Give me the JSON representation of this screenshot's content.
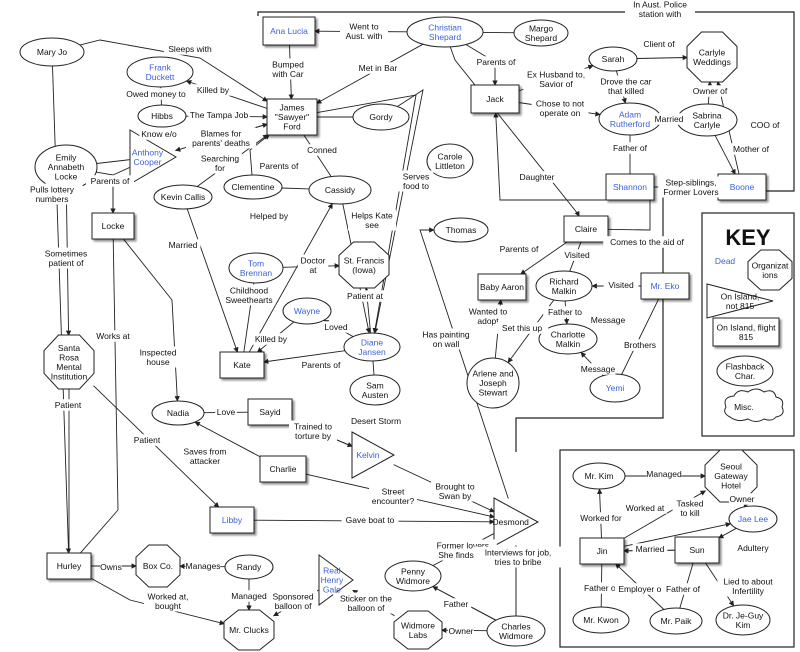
{
  "colors": {
    "dead": "#3a5fd8",
    "line": "#222222",
    "text": "#111111"
  },
  "nodes": {
    "mary_jo": "Mary Jo",
    "frank": [
      "Frank",
      "Duckett"
    ],
    "hibbs": "Hibbs",
    "sawyer": [
      "James",
      "\"Sawyer\"",
      "Ford"
    ],
    "ana": "Ana Lucia",
    "christian": [
      "Christian",
      "Shepard"
    ],
    "margo": [
      "Margo",
      "Shepard"
    ],
    "gordy": "Gordy",
    "emily": [
      "Emily",
      "Annabeth",
      "Locke"
    ],
    "anthony": [
      "Anthony",
      "Cooper"
    ],
    "clementine": "Clementine",
    "cassidy": "Cassidy",
    "kevin": "Kevin Callis",
    "locke": "Locke",
    "carole": [
      "Carole",
      "Littleton"
    ],
    "jack": "Jack",
    "sarah": "Sarah",
    "carlyle": [
      "Carlyle",
      "Weddings"
    ],
    "adam": [
      "Adam",
      "Rutherford"
    ],
    "sabrina": [
      "Sabrina",
      "Carlyle"
    ],
    "shannon": "Shannon",
    "boone": "Boone",
    "thomas": "Thomas",
    "claire": "Claire",
    "tom": [
      "Tom",
      "Brennan"
    ],
    "sf": [
      "St. Francis",
      "(Iowa)"
    ],
    "baby": "Baby Aaron",
    "richard": [
      "Richard",
      "Malkin"
    ],
    "eko": "Mr. Eko",
    "wayne": "Wayne",
    "diane": [
      "Diane",
      "Jansen"
    ],
    "santa_rosa": [
      "Santa",
      "Rosa",
      "Mental",
      "Institution"
    ],
    "kate": "Kate",
    "charlotte": [
      "Charlotte",
      "Malkin"
    ],
    "sam": [
      "Sam",
      "Austen"
    ],
    "arlene": [
      "Arlene and",
      "Joseph",
      "Stewart"
    ],
    "yemi": "Yemi",
    "nadia": "Nadia",
    "sayid": "Sayid",
    "kelvin": "Kelvin",
    "charlie": "Charlie",
    "libby": "Libby",
    "desmond": "Desmond",
    "hurley": "Hurley",
    "boxco": "Box Co.",
    "randy": "Randy",
    "henry": [
      "Real",
      "Henry",
      "Gale"
    ],
    "penny": [
      "Penny",
      "Widmore"
    ],
    "clucks": "Mr. Clucks",
    "widmore_labs": [
      "Widmore",
      "Labs"
    ],
    "charles": [
      "Charles",
      "Widmore"
    ],
    "mrkim": "Mr. Kim",
    "seoul": [
      "Seoul",
      "Gateway",
      "Hotel"
    ],
    "jaelee": "Jae Lee",
    "jin": "Jin",
    "sun": "Sun",
    "kwon": "Mr. Kwon",
    "paik": "Mr. Paik",
    "drkim": [
      "Dr. Je-Guy",
      "Kim"
    ]
  },
  "edge_labels": {
    "sleeps_with": "Sleeps with",
    "went_aust": [
      "Went to",
      "Aust. with"
    ],
    "in_aust_police": [
      "In Aust. Police",
      "station with"
    ],
    "bumped": [
      "Bumped",
      "with Car"
    ],
    "met_bar": "Met in Bar",
    "parents_of_jack": "Parents of",
    "killed_by_frank": "Killed by",
    "owed_money": "Owed money to",
    "tampa": "The Tampa Job",
    "know_eo": "Know e/o",
    "blames": [
      "Blames for",
      "parents' deaths"
    ],
    "conned": "Conned",
    "searching": [
      "Searching",
      "for"
    ],
    "parents_of_clem": "Parents of",
    "parents_of_locke": "Parents of",
    "pulls_lottery": [
      "Pulls lottery",
      "numbers"
    ],
    "ex_husband": [
      "Ex Husband to,",
      "Savior of"
    ],
    "client_of": "Client of",
    "drove_car": [
      "Drove the car",
      "that killed"
    ],
    "chose_not": [
      "Chose to not",
      "operate on"
    ],
    "married_adam": "Married",
    "owner_of": "Owner of",
    "coo_of": "COO of",
    "father_of_shannon": "Father of",
    "mother_of_boone": "Mother of",
    "step_siblings": [
      "Step-siblings,",
      "Former Lovers"
    ],
    "serves_food": [
      "Serves",
      "food to"
    ],
    "daughter": "Daughter",
    "helped_by": "Helped by",
    "helps_kate": [
      "Helps Kate",
      "see"
    ],
    "married_kevin": "Married",
    "sometimes_patient": [
      "Sometimes",
      "patient of"
    ],
    "doctor_at": [
      "Doctor",
      "at"
    ],
    "comes_aid": "Comes to the aid of",
    "parents_of_baby": "Parents of",
    "visited_claire": "Visited",
    "visited_eko": "Visited",
    "childhood": [
      "Childhood",
      "Sweethearts"
    ],
    "patient_at": "Patient at",
    "killed_by_wayne": "Killed by",
    "loved": "Loved",
    "wanted_adopt": [
      "Wanted to",
      "adopt"
    ],
    "set_up": "Set this up",
    "father_to": "Father to",
    "message1": "Message",
    "message2": "Message",
    "brothers": "Brothers",
    "works_at": "Works at",
    "inspected": [
      "Inspected",
      "house"
    ],
    "parents_of_kate": "Parents of",
    "has_painting": [
      "Has painting",
      "on wall"
    ],
    "patient_hurley": "Patient",
    "patient_sr": "Patient",
    "love": "Love",
    "desert_storm": "Desert Storm",
    "trained": [
      "Trained to",
      "torture by"
    ],
    "saves": [
      "Saves from",
      "attacker"
    ],
    "brought_swan": [
      "Brought to",
      "Swan by"
    ],
    "street": [
      "Street",
      "encounter?"
    ],
    "gave_boat": "Gave boat to",
    "former_lovers": [
      "Former lovers,",
      "She finds him"
    ],
    "interviews": [
      "Interviews for job,",
      "tries to bribe"
    ],
    "owns": "Owns",
    "manages_box": "Manages",
    "managed": "Managed",
    "worked_bought": [
      "Worked at,",
      "bought"
    ],
    "sponsored": [
      "Sponsored",
      "balloon of"
    ],
    "sticker": [
      "Sticker on the",
      "balloon of"
    ],
    "father_penny": "Father",
    "owner_labs": "Owner",
    "managed_seoul": "Managed",
    "owner_seoul": "Owner",
    "worked_at_seoul": "Worked at",
    "tasked": [
      "Tasked",
      "to kill"
    ],
    "worked_for": "Worked for",
    "married_sun": "Married",
    "adultery": "Adultery",
    "father_of_kwon": "Father of",
    "employer_of": "Employer of",
    "father_of_paik": "Father of",
    "lied": [
      "Lied to about",
      "Infertility"
    ]
  },
  "key": {
    "title": "KEY",
    "dead": "Dead",
    "organizations": [
      "Organizat",
      "ions"
    ],
    "on_island_not": [
      "On Island,",
      "not 815"
    ],
    "on_island_flight": [
      "On Island, flight",
      "815"
    ],
    "flashback": [
      "Flashback",
      "Char."
    ],
    "misc": "Misc."
  }
}
